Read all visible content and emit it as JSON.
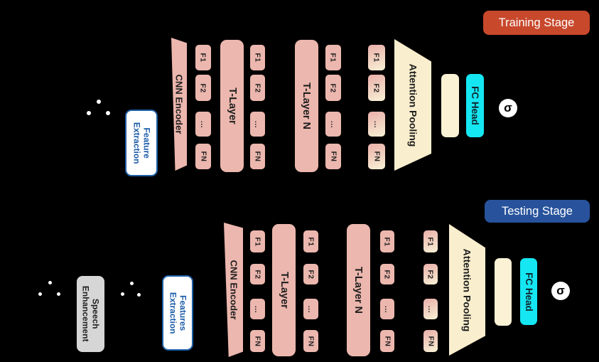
{
  "colors": {
    "background": "#000000",
    "block_pink": "#ecb7ae",
    "block_cream": "#f9eecd",
    "block_cyan": "#15e7f2",
    "training_badge_red": "#c8482c",
    "testing_badge_blue": "#28539c",
    "outline_blue": "#1e5fa6",
    "enhancement_gray": "#d6d6d6",
    "label_dark": "#1e1e1e",
    "badge_text": "#ffffff"
  },
  "shared": {
    "f_labels": [
      "F1",
      "F2",
      "...",
      "FN"
    ]
  },
  "training": {
    "badge_label": "Training Stage",
    "blocks": {
      "feature_extraction": "Feature Extraction",
      "cnn_encoder": "CNN Encoder",
      "t_layer": "T-Layer",
      "t_layer_n": "T-Layer N",
      "attention_pooling": "Attention Pooling",
      "fc_head": "FC Head",
      "sigma": "σ"
    }
  },
  "testing": {
    "badge_label": "Testing Stage",
    "blocks": {
      "speech_enhancement": "Speech Enhancement",
      "features_extraction": "Features Extraction",
      "cnn_encoder": "CNN Encoder",
      "t_layer": "T-Layer",
      "t_layer_n": "T-Layer N",
      "attention_pooling": "Attention Pooling",
      "fc_head": "FC Head",
      "sigma": "σ"
    }
  }
}
